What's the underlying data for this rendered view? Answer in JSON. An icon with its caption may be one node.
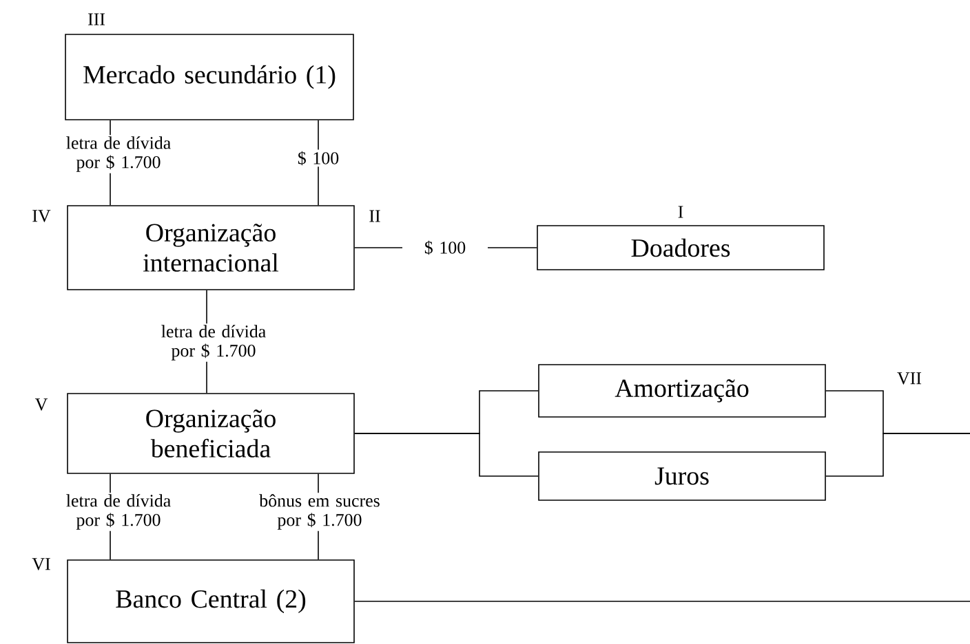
{
  "diagram": {
    "nodes": [
      {
        "text": [
          "Mercado secundário (1)"
        ]
      },
      {
        "text": [
          "Organização internacional"
        ]
      },
      {
        "text": [
          "Doadores"
        ]
      },
      {
        "text": [
          "Organização beneficiada"
        ]
      },
      {
        "text": [
          "Amortização"
        ]
      },
      {
        "text": [
          "Juros"
        ]
      },
      {
        "text": [
          "Banco Central (2)"
        ]
      }
    ],
    "edges": [
      {
        "from": 0,
        "to": 1,
        "arrow": "none",
        "label": "letra de dívida por $ 1.700"
      },
      {
        "from": 0,
        "to": 1,
        "arrow": "none",
        "label": "$ 100"
      },
      {
        "from": 1,
        "to": 2,
        "arrow": "none",
        "label": "$ 100"
      },
      {
        "from": 1,
        "to": 3,
        "arrow": "none",
        "label": "letra de dívida por $ 1.700"
      },
      {
        "from": 3,
        "to": 4,
        "arrow": "none"
      },
      {
        "from": 3,
        "to": 5,
        "arrow": "none"
      },
      {
        "from": 4,
        "to": null,
        "arrow": "none"
      },
      {
        "from": 5,
        "to": null,
        "arrow": "none"
      },
      {
        "from": 3,
        "to": 6,
        "arrow": "none",
        "label": "letra de dívida por $ 1.700"
      },
      {
        "from": 3,
        "to": 6,
        "arrow": "none",
        "label": "bônus em sucres por $ 1.700"
      },
      {
        "from": 6,
        "to": null,
        "arrow": "none"
      }
    ],
    "labels": [
      "III",
      "IV",
      "II",
      "I",
      "V",
      "VII",
      "VI"
    ]
  }
}
